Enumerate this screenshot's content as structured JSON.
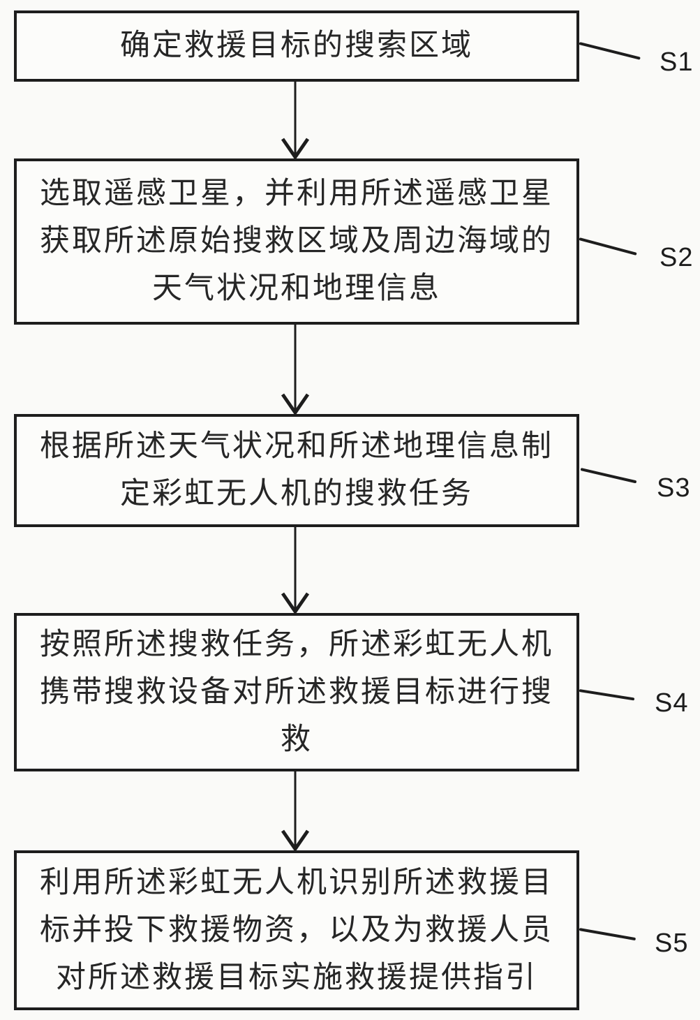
{
  "figure": {
    "type": "flowchart-patent-figure",
    "flow_direction": "top-to-bottom",
    "step_label_position": "right",
    "background_color": "#fafaf8",
    "box_border_color": "#1d1d1d",
    "text_color": "#262626",
    "label_color": "#1d1d1d"
  },
  "steps": [
    {
      "label": "S1",
      "text": "确定救援目标的搜索区域",
      "lines": [
        "确定救援目标的搜索区域"
      ]
    },
    {
      "label": "S2",
      "text": "选取遥感卫星，并利用所述遥感卫星获取所述原始搜救区域及周边海域的天气状况和地理信息",
      "lines": [
        "选取遥感卫星，并利用所述遥感卫星",
        "获取所述原始搜救区域及周边海域的",
        "天气状况和地理信息"
      ]
    },
    {
      "label": "S3",
      "text": "根据所述天气状况和所述地理信息制定彩虹无人机的搜救任务",
      "lines": [
        "根据所述天气状况和所述地理信息制",
        "定彩虹无人机的搜救任务"
      ]
    },
    {
      "label": "S4",
      "text": "按照所述搜救任务，所述彩虹无人机携带搜救设备对所述救援目标进行搜救",
      "lines": [
        "按照所述搜救任务，所述彩虹无人机",
        "携带搜救设备对所述救援目标进行搜",
        "救"
      ]
    },
    {
      "label": "S5",
      "text": "利用所述彩虹无人机识别所述救援目标并投下救援物资，以及为救援人员对所述救援目标实施救援提供指引",
      "lines": [
        "利用所述彩虹无人机识别所述救援目",
        "标并投下救援物资，以及为救援人员",
        "对所述救援目标实施救援提供指引"
      ]
    }
  ]
}
